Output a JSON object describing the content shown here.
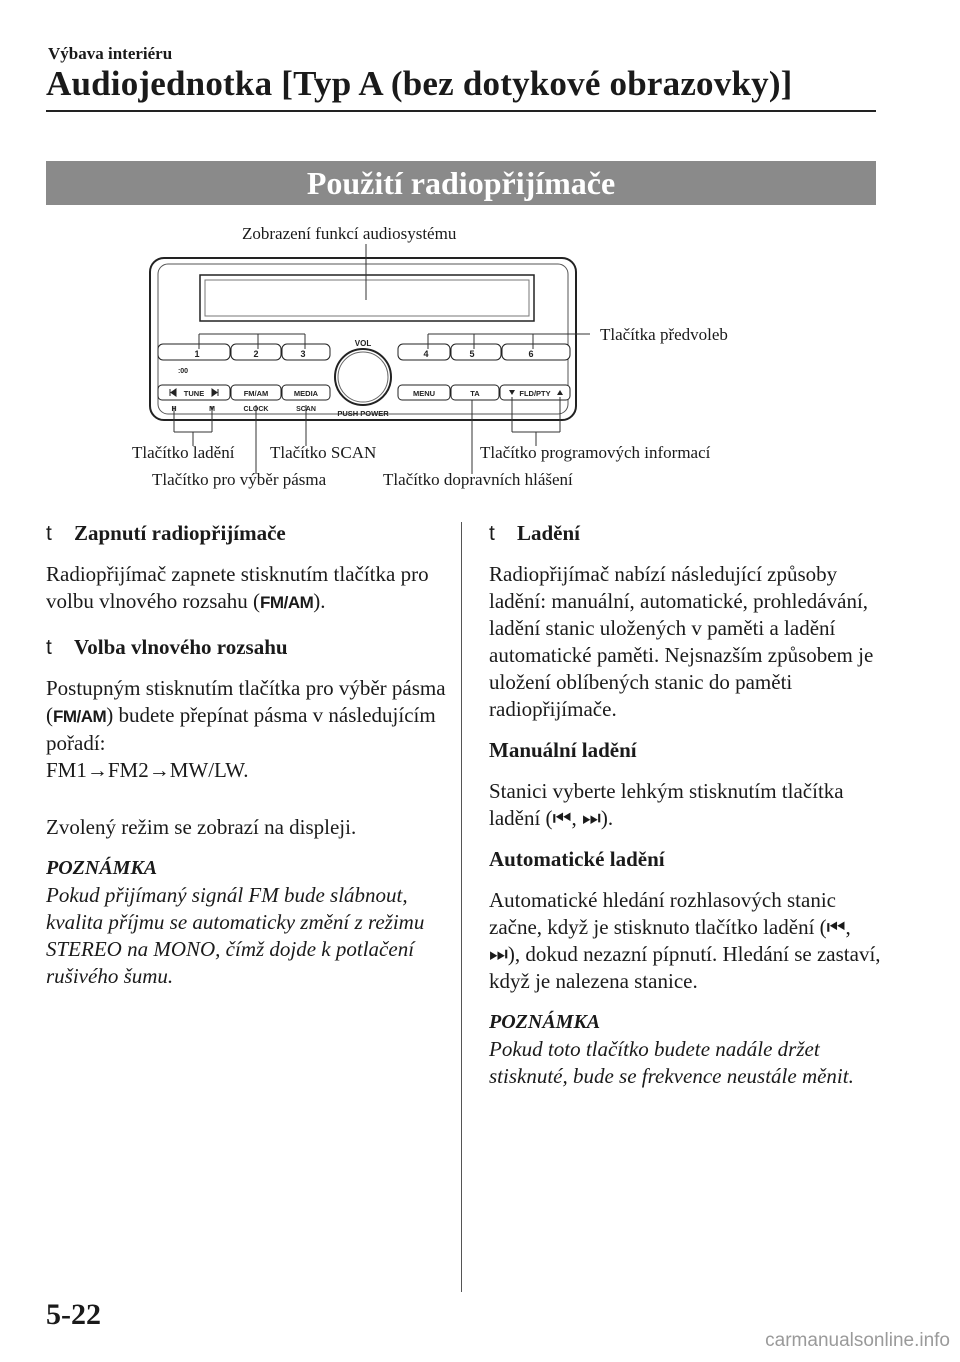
{
  "header": {
    "section": "Výbava interiéru",
    "title": "Audiojednotka [Typ A (bez dotykové obrazovky)]"
  },
  "banner": "Použití radiopřijímače",
  "figure": {
    "callouts": {
      "display": "Zobrazení funkcí audiosystému",
      "presets": "Tlačítka předvoleb",
      "tune": "Tlačítko ladění",
      "scan": "Tlačítko SCAN",
      "pty": "Tlačítko programových informací",
      "band": "Tlačítko pro výběr pásma",
      "ta": "Tlačítko dopravních hlášení"
    },
    "unit_labels": {
      "p1": "1",
      "p2": "2",
      "p3": "3",
      "p4": "4",
      "p5": "5",
      "p6": "6",
      "vol": "VOL",
      "clock00": ":00",
      "tune": "TUNE",
      "fmam": "FM/AM",
      "media": "MEDIA",
      "menu": "MENU",
      "ta": "TA",
      "fld": "FLD/PTY",
      "h": "H",
      "m": "M",
      "clock": "CLOCK",
      "scan": "SCAN",
      "push": "PUSH POWER"
    }
  },
  "left_col": {
    "s1_title": "Zapnutí radiopřijímače",
    "s1_text_a": "Radiopřijímač zapnete stisknutím tlačítka pro volbu vlnového rozsahu (",
    "s1_key": "FM/AM",
    "s1_text_b": ").",
    "s2_title": "Volba vlnového rozsahu",
    "s2_text_a": "Postupným stisknutím tlačítka pro výběr pásma (",
    "s2_key": "FM/AM",
    "s2_text_b": ") budete přepínat pásma v následujícím pořadí:",
    "s2_sequence": "FM1→FM2→MW/LW.",
    "s2_display": "Zvolený režim se zobrazí na displeji.",
    "note_heading": "POZNÁMKA",
    "note_text": "Pokud přijímaný signál FM bude slábnout, kvalita příjmu se automaticky změní z režimu STEREO na MONO, čímž dojde k potlačení rušivého šumu."
  },
  "right_col": {
    "s3_title": "Ladění",
    "s3_text": "Radiopřijímač nabízí následující způsoby ladění: manuální, automatické, prohledávání, ladění stanic uložených v paměti a ladění automatické paměti. Nejsnazším způsobem je uložení oblíbených stanic do paměti radiopřijímače.",
    "manual_title": "Manuální ladění",
    "manual_text_a": "Stanici vyberte lehkým stisknutím tlačítka ladění (",
    "manual_text_b": ").",
    "auto_title": "Automatické ladění",
    "auto_text_a": "Automatické hledání rozhlasových stanic začne, když je stisknuto tlačítko ladění (",
    "auto_text_b": "), dokud nezazní pípnutí. Hledání se zastaví, když je nalezena stanice.",
    "note_heading": "POZNÁMKA",
    "note_text": "Pokud toto tlačítko budete nadále držet stisknuté, bude se frekvence neustále měnit."
  },
  "symbols": {
    "bullet": "t",
    "prev": "⏮",
    "next": "⏭",
    "comma": ", "
  },
  "page_number": "5-22",
  "watermark": "carmanualsonline.info"
}
